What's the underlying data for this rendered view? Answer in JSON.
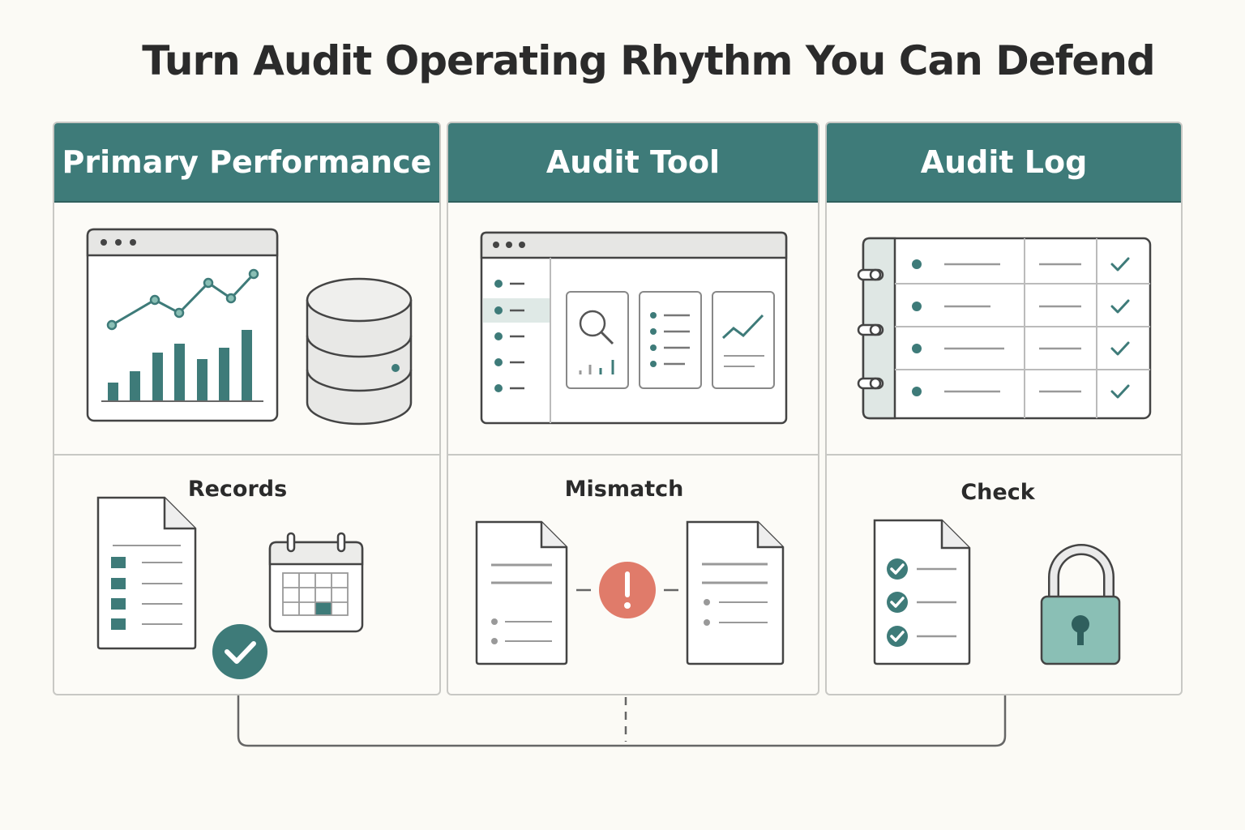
{
  "title": "Turn Audit Operating Rhythm You Can Defend",
  "panels": [
    {
      "header": "Primary Performance",
      "sublabel": "Records"
    },
    {
      "header": "Audit Tool",
      "sublabel": "Mismatch"
    },
    {
      "header": "Audit Log",
      "sublabel": "Check"
    }
  ],
  "colors": {
    "teal": "#3e7b79",
    "teal_light": "#8abfb5",
    "alert": "#e07b6a",
    "outline": "#555555",
    "panel_bg": "#fcfbf7"
  },
  "icons": [
    "browser-chart-icon",
    "database-icon",
    "app-window-icon",
    "search-icon",
    "list-icon",
    "trend-icon",
    "notebook-checklist-icon",
    "document-icon",
    "calendar-icon",
    "checkmark-badge-icon",
    "alert-icon",
    "checklist-document-icon",
    "padlock-icon"
  ]
}
